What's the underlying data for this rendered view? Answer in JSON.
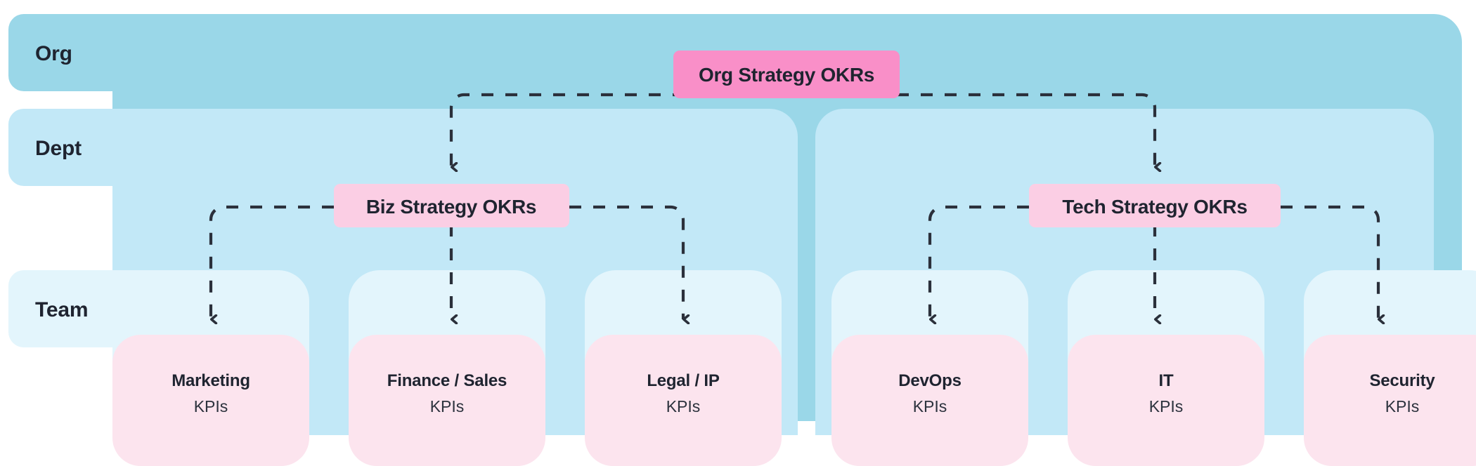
{
  "diagram": {
    "type": "org-okr-cascade",
    "title_visible": false,
    "colors": {
      "lane_org": "#9AD7E8",
      "lane_dept": "#C2E8F7",
      "lane_team": "#E3F5FC",
      "node_org": "#F98FC8",
      "node_dept": "#FBCEE4",
      "node_leaf": "#FCE4EE",
      "connector": "#2b303b",
      "text": "#1f2430",
      "page_bg": "#ffffff"
    }
  },
  "lanes": [
    {
      "id": "org",
      "label": "Org"
    },
    {
      "id": "dept",
      "label": "Dept"
    },
    {
      "id": "team",
      "label": "Team"
    }
  ],
  "nodes": {
    "org": {
      "label": "Org Strategy OKRs"
    },
    "departments": [
      {
        "id": "biz",
        "label": "Biz Strategy OKRs"
      },
      {
        "id": "tech",
        "label": "Tech Strategy OKRs"
      }
    ]
  },
  "teams": [
    {
      "id": "marketing",
      "parent": "biz",
      "title": "Marketing",
      "subtitle": "KPIs"
    },
    {
      "id": "finance",
      "parent": "biz",
      "title": "Finance / Sales",
      "subtitle": "KPIs"
    },
    {
      "id": "legal",
      "parent": "biz",
      "title": "Legal / IP",
      "subtitle": "KPIs"
    },
    {
      "id": "devops",
      "parent": "tech",
      "title": "DevOps",
      "subtitle": "KPIs"
    },
    {
      "id": "it",
      "parent": "tech",
      "title": "IT",
      "subtitle": "KPIs"
    },
    {
      "id": "security",
      "parent": "tech",
      "title": "Security",
      "subtitle": "KPIs"
    }
  ],
  "edges": [
    {
      "from": "org",
      "to": "biz"
    },
    {
      "from": "org",
      "to": "tech"
    },
    {
      "from": "biz",
      "to": "marketing"
    },
    {
      "from": "biz",
      "to": "finance"
    },
    {
      "from": "biz",
      "to": "legal"
    },
    {
      "from": "tech",
      "to": "devops"
    },
    {
      "from": "tech",
      "to": "it"
    },
    {
      "from": "tech",
      "to": "security"
    }
  ]
}
